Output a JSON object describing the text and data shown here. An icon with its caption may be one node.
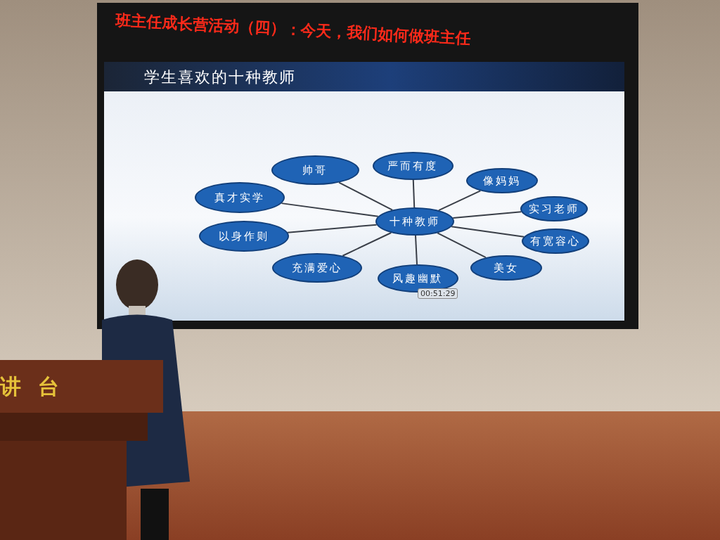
{
  "diagram": {
    "title": "学生喜欢的十种教师",
    "nodes": [
      {
        "text": [
          "十种教师"
        ]
      },
      {
        "text": [
          "帅哥"
        ]
      },
      {
        "text": [
          "严而有度"
        ]
      },
      {
        "text": [
          "像妈妈"
        ]
      },
      {
        "text": [
          "真才实学"
        ]
      },
      {
        "text": [
          "实习老师"
        ]
      },
      {
        "text": [
          "以身作则"
        ]
      },
      {
        "text": [
          "有宽容心"
        ]
      },
      {
        "text": [
          "充满爱心"
        ]
      },
      {
        "text": [
          "美女"
        ]
      },
      {
        "text": [
          "风趣幽默"
        ]
      }
    ],
    "edges": [
      {
        "from": 0,
        "to": 1,
        "arrow": "none"
      },
      {
        "from": 0,
        "to": 2,
        "arrow": "none"
      },
      {
        "from": 0,
        "to": 3,
        "arrow": "none"
      },
      {
        "from": 0,
        "to": 4,
        "arrow": "none"
      },
      {
        "from": 0,
        "to": 5,
        "arrow": "none"
      },
      {
        "from": 0,
        "to": 6,
        "arrow": "none"
      },
      {
        "from": 0,
        "to": 7,
        "arrow": "none"
      },
      {
        "from": 0,
        "to": 8,
        "arrow": "none"
      },
      {
        "from": 0,
        "to": 9,
        "arrow": "none"
      },
      {
        "from": 0,
        "to": 10,
        "arrow": "none"
      }
    ],
    "labels": [
      "班主任成长营活动（四）：今天，我们如何做班主任",
      "00:51:29",
      "讲台"
    ]
  }
}
